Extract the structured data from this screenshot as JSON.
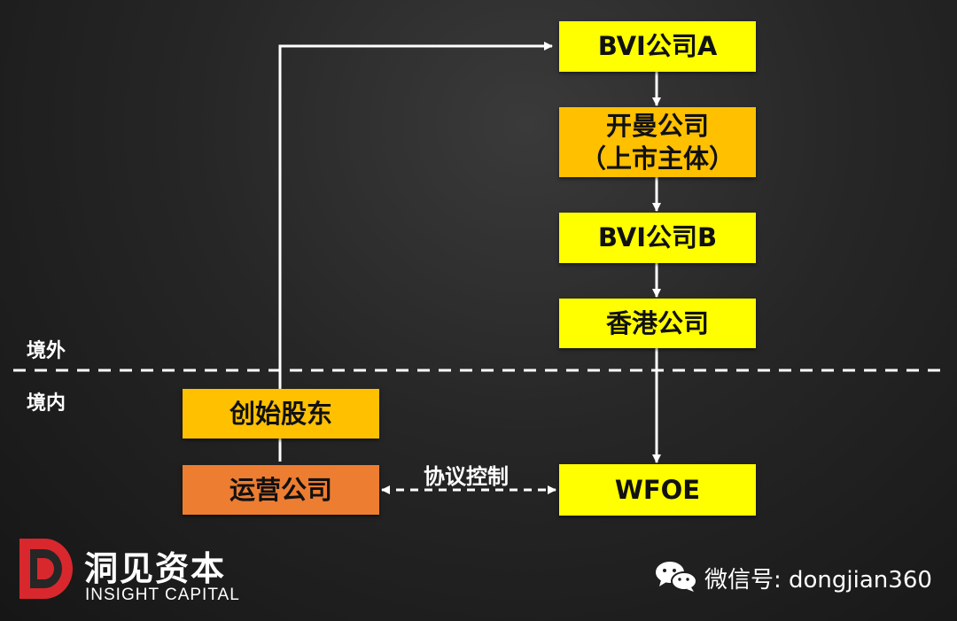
{
  "regions": {
    "offshore": "境外",
    "onshore": "境内"
  },
  "nodes": {
    "bvi_a": "BVI公司A",
    "cayman_line1": "开曼公司",
    "cayman_line2": "（上市主体）",
    "bvi_b": "BVI公司B",
    "hk": "香港公司",
    "founders": "创始股东",
    "opco": "运营公司",
    "wfoe": "WFOE"
  },
  "edges": {
    "vie_label": "协议控制"
  },
  "brand": {
    "name": "洞见资本",
    "subtitle": "INSIGHT CAPITAL",
    "wechat": "微信号: dongjian360"
  },
  "colors": {
    "yellow": "#ffff00",
    "gold": "#ffc000",
    "orange": "#ed7d31",
    "line": "#ffffff"
  }
}
